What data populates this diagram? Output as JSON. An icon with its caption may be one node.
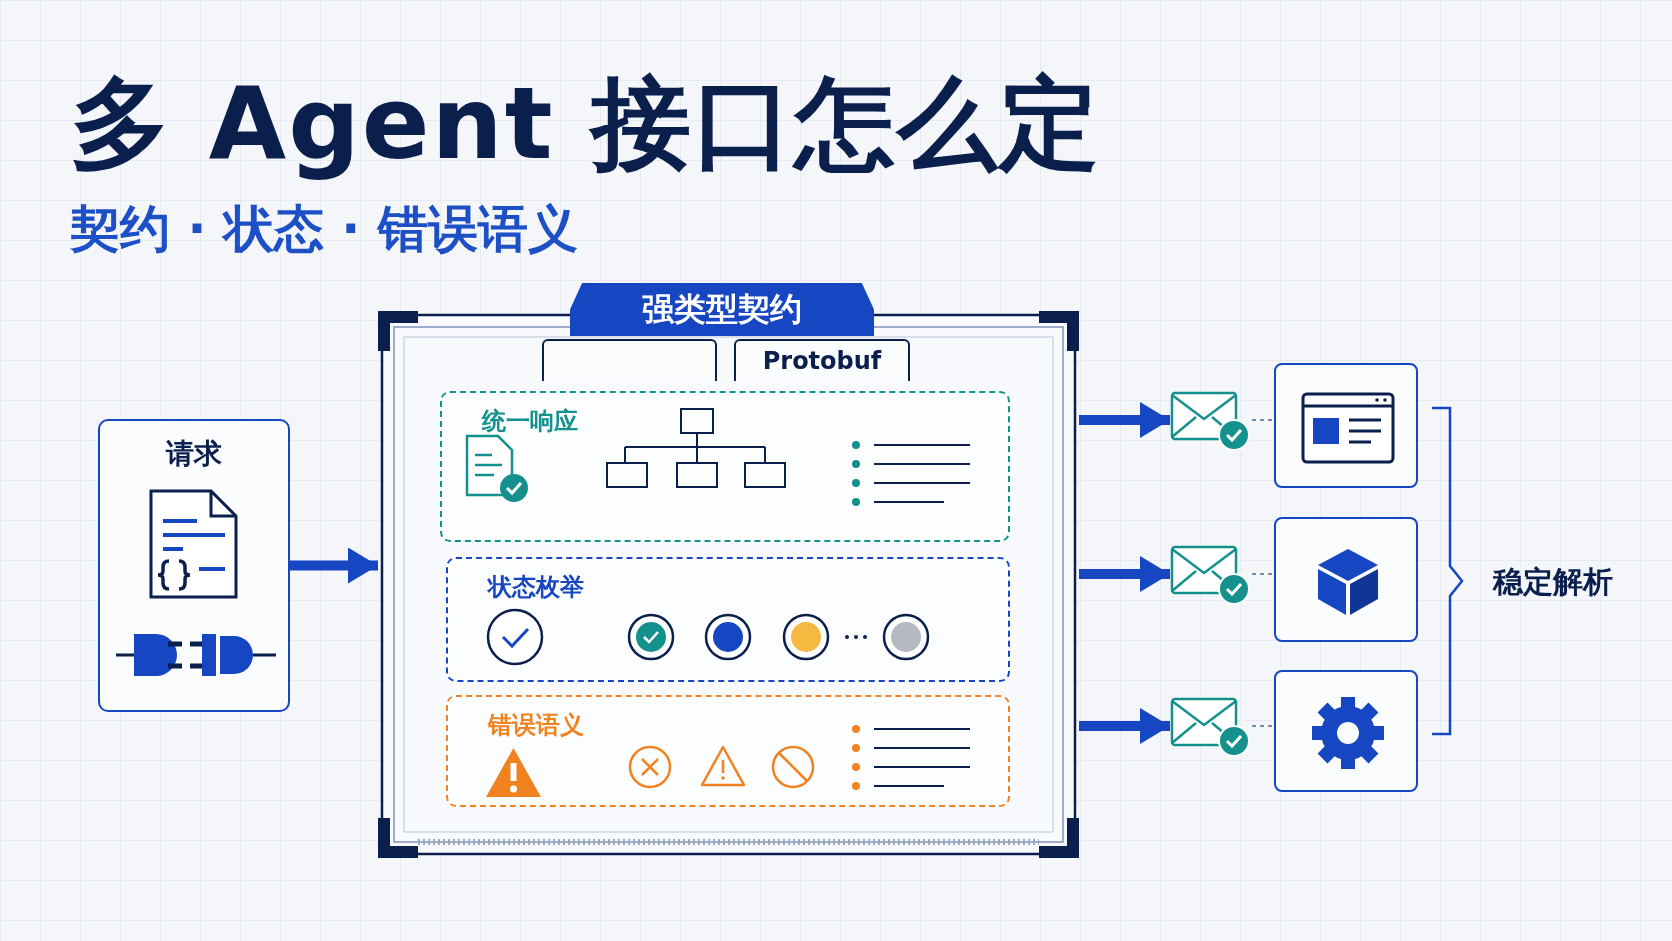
{
  "diagram": {
    "title": "多 Agent 接口怎么定",
    "nodes": [
      {
        "text": [
          "请求"
        ]
      },
      {
        "text": [
          "强类型契约"
        ]
      },
      {
        "text": [],
        "shape": "box",
        "in": 1
      },
      {
        "text": [
          "Protobuf"
        ],
        "in": 1
      },
      {
        "text": [
          "统一响应"
        ],
        "in": 1
      },
      {
        "text": [
          "状态枚举"
        ],
        "in": 1
      },
      {
        "text": [
          "错误语义"
        ],
        "in": 1
      },
      {
        "text": [],
        "shape": "envelope"
      },
      {
        "text": [],
        "shape": "envelope"
      },
      {
        "text": [],
        "shape": "envelope"
      },
      {
        "text": [],
        "shape": "box"
      },
      {
        "text": [],
        "shape": "box"
      },
      {
        "text": [],
        "shape": "box"
      }
    ],
    "edges": [
      {
        "from": 0,
        "to": 1,
        "arrow": "to"
      },
      {
        "from": 1,
        "to": 7,
        "arrow": "to"
      },
      {
        "from": 1,
        "to": 8,
        "arrow": "to"
      },
      {
        "from": 1,
        "to": 9,
        "arrow": "to"
      },
      {
        "from": 7,
        "to": 10,
        "arrow": "none",
        "style": "dashed",
        "color": "#6b8fb3"
      },
      {
        "from": 8,
        "to": 11,
        "arrow": "none",
        "style": "dashed",
        "color": "#6b8fb3"
      },
      {
        "from": 9,
        "to": 12,
        "arrow": "none",
        "style": "dashed",
        "color": "#6b8fb3"
      }
    ],
    "labels": [
      "契约 · 状态 · 错误语义",
      "稳定解析"
    ]
  }
}
